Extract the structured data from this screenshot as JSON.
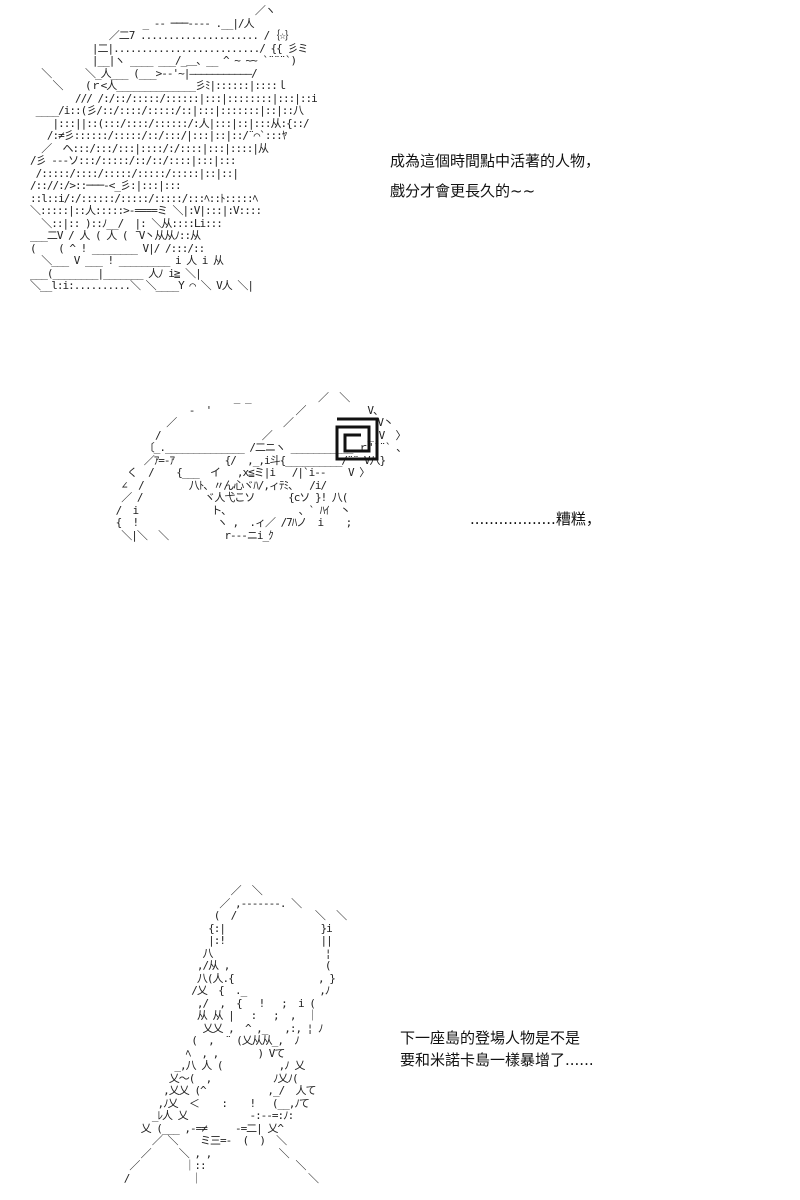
{
  "panels": [
    {
      "id": "panel-1",
      "lines": [
        "成為這個時間點中活著的人物，",
        "戲分才會更長久的~~"
      ]
    },
    {
      "id": "panel-2",
      "lines": [
        "..................糟糕，"
      ]
    },
    {
      "id": "panel-3",
      "lines": [
        "下一座島的登場人物是不是",
        "要和米諾卡島一樣暴增了......"
      ]
    }
  ]
}
